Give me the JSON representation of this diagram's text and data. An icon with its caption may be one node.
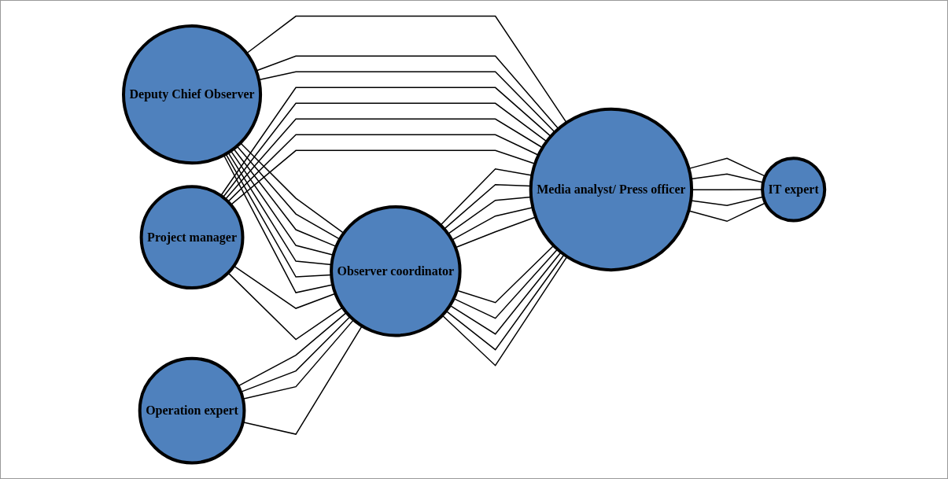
{
  "diagram": {
    "nodes": [
      {
        "text": [
          "Deputy Chief Observer"
        ]
      },
      {
        "text": [
          "Project manager"
        ]
      },
      {
        "text": [
          "Observer coordinator"
        ]
      },
      {
        "text": [
          "Operation expert"
        ]
      },
      {
        "text": [
          "Media analyst/ Press officer"
        ]
      },
      {
        "text": [
          "IT expert"
        ]
      }
    ],
    "edges": [
      {
        "from": 0,
        "to": 2,
        "arrow": "none"
      },
      {
        "from": 0,
        "to": 2,
        "arrow": "none"
      },
      {
        "from": 0,
        "to": 2,
        "arrow": "none"
      },
      {
        "from": 0,
        "to": 2,
        "arrow": "none"
      },
      {
        "from": 0,
        "to": 2,
        "arrow": "none"
      },
      {
        "from": 0,
        "to": 2,
        "arrow": "none"
      },
      {
        "from": 0,
        "to": 2,
        "arrow": "none"
      },
      {
        "from": 0,
        "to": 4,
        "arrow": "none"
      },
      {
        "from": 0,
        "to": 4,
        "arrow": "none"
      },
      {
        "from": 0,
        "to": 4,
        "arrow": "none"
      },
      {
        "from": 1,
        "to": 2,
        "arrow": "none"
      },
      {
        "from": 1,
        "to": 2,
        "arrow": "none"
      },
      {
        "from": 1,
        "to": 4,
        "arrow": "none"
      },
      {
        "from": 1,
        "to": 4,
        "arrow": "none"
      },
      {
        "from": 1,
        "to": 4,
        "arrow": "none"
      },
      {
        "from": 1,
        "to": 4,
        "arrow": "none"
      },
      {
        "from": 1,
        "to": 4,
        "arrow": "none"
      },
      {
        "from": 3,
        "to": 2,
        "arrow": "none"
      },
      {
        "from": 3,
        "to": 2,
        "arrow": "none"
      },
      {
        "from": 3,
        "to": 2,
        "arrow": "none"
      },
      {
        "from": 3,
        "to": 2,
        "arrow": "none"
      },
      {
        "from": 2,
        "to": 4,
        "arrow": "none"
      },
      {
        "from": 2,
        "to": 4,
        "arrow": "none"
      },
      {
        "from": 2,
        "to": 4,
        "arrow": "none"
      },
      {
        "from": 2,
        "to": 4,
        "arrow": "none"
      },
      {
        "from": 2,
        "to": 4,
        "arrow": "none"
      },
      {
        "from": 2,
        "to": 4,
        "arrow": "none"
      },
      {
        "from": 2,
        "to": 4,
        "arrow": "none"
      },
      {
        "from": 2,
        "to": 4,
        "arrow": "none"
      },
      {
        "from": 2,
        "to": 4,
        "arrow": "none"
      },
      {
        "from": 2,
        "to": 4,
        "arrow": "none"
      },
      {
        "from": 4,
        "to": 5,
        "arrow": "none"
      },
      {
        "from": 4,
        "to": 5,
        "arrow": "none"
      },
      {
        "from": 4,
        "to": 5,
        "arrow": "none"
      },
      {
        "from": 4,
        "to": 5,
        "arrow": "none"
      },
      {
        "from": 4,
        "to": 5,
        "arrow": "none"
      }
    ]
  }
}
